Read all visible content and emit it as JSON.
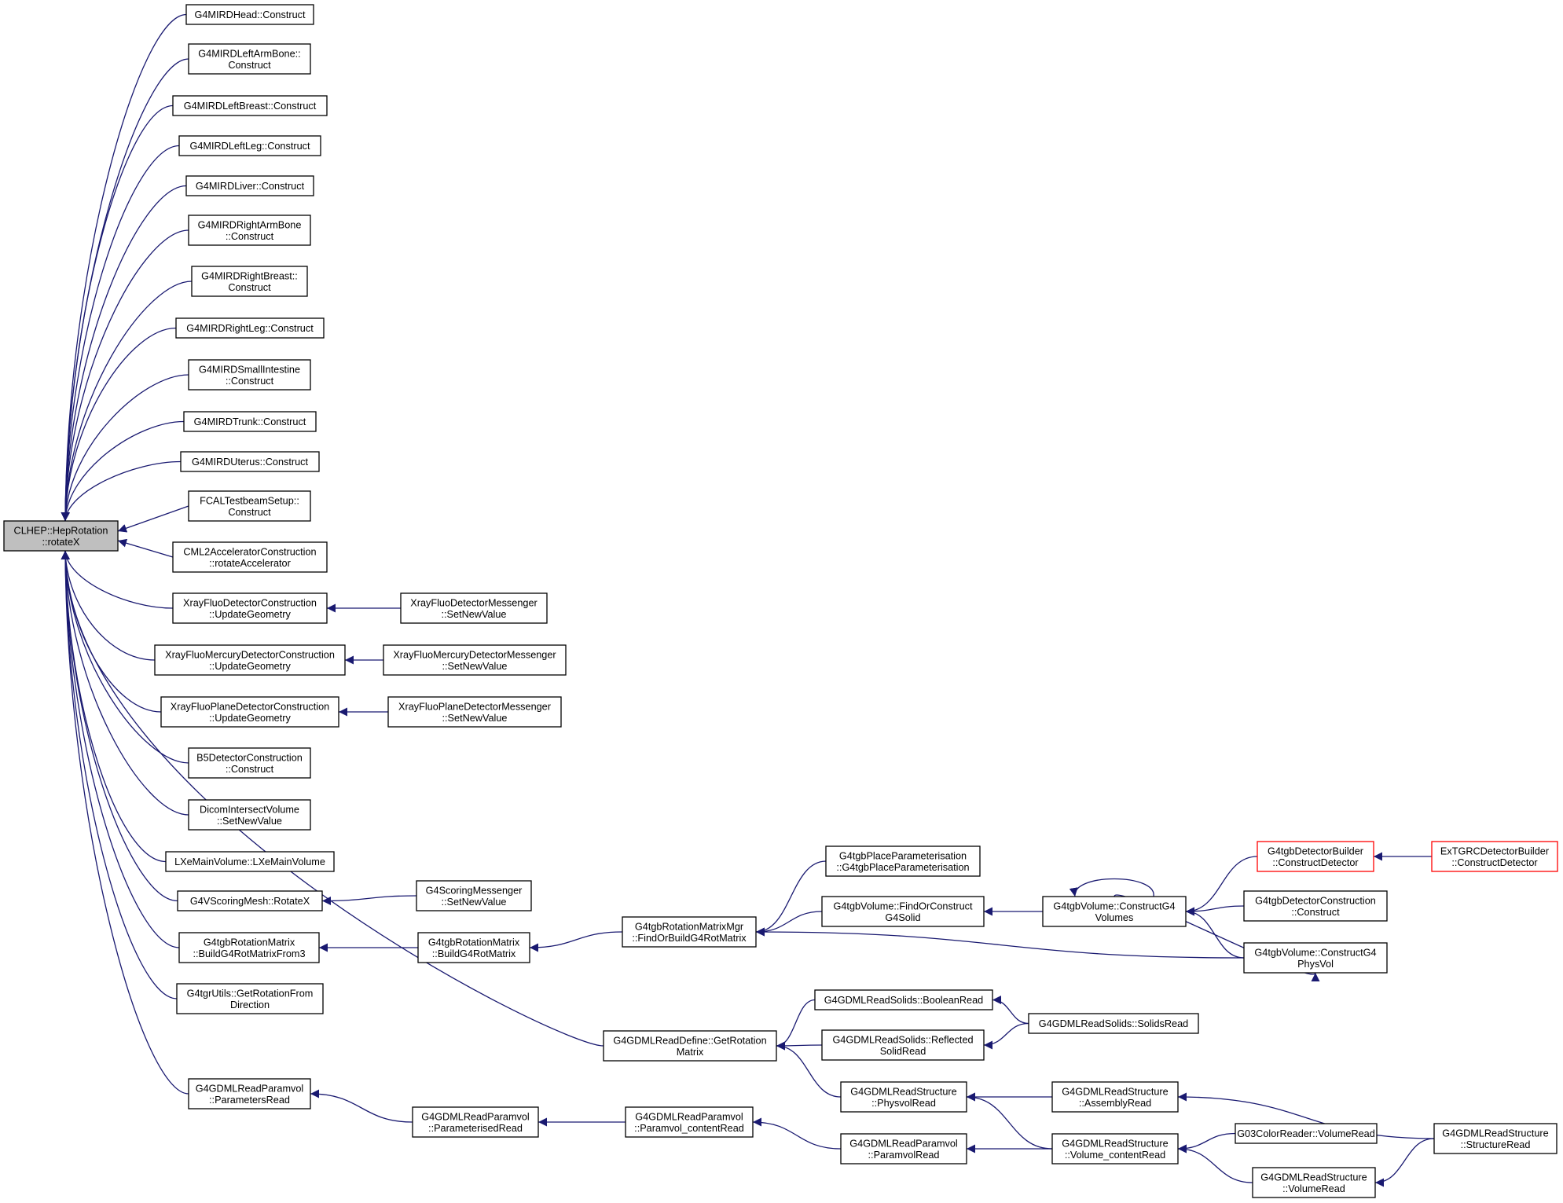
{
  "colors": {
    "edge": "#191970",
    "node_border": "#000000",
    "node_fill": "#ffffff",
    "root_fill": "#bfbfbf",
    "truncated_border": "#ff0000"
  },
  "nodes": [
    {
      "id": "root",
      "lines": [
        "CLHEP::HepRotation",
        "::rotateX"
      ],
      "root": true
    },
    {
      "id": "head",
      "lines": [
        "G4MIRDHead::Construct"
      ]
    },
    {
      "id": "leftArm",
      "lines": [
        "G4MIRDLeftArmBone::",
        "Construct"
      ]
    },
    {
      "id": "leftBreast",
      "lines": [
        "G4MIRDLeftBreast::Construct"
      ]
    },
    {
      "id": "leftLeg",
      "lines": [
        "G4MIRDLeftLeg::Construct"
      ]
    },
    {
      "id": "liver",
      "lines": [
        "G4MIRDLiver::Construct"
      ]
    },
    {
      "id": "rightArm",
      "lines": [
        "G4MIRDRightArmBone",
        "::Construct"
      ]
    },
    {
      "id": "rightBreast",
      "lines": [
        "G4MIRDRightBreast::",
        "Construct"
      ]
    },
    {
      "id": "rightLeg",
      "lines": [
        "G4MIRDRightLeg::Construct"
      ]
    },
    {
      "id": "smallInt",
      "lines": [
        "G4MIRDSmallIntestine",
        "::Construct"
      ]
    },
    {
      "id": "trunk",
      "lines": [
        "G4MIRDTrunk::Construct"
      ]
    },
    {
      "id": "uterus",
      "lines": [
        "G4MIRDUterus::Construct"
      ]
    },
    {
      "id": "fcal",
      "lines": [
        "FCALTestbeamSetup::",
        "Construct"
      ]
    },
    {
      "id": "cml2",
      "lines": [
        "CML2AcceleratorConstruction",
        "::rotateAccelerator"
      ]
    },
    {
      "id": "xrayDet",
      "lines": [
        "XrayFluoDetectorConstruction",
        "::UpdateGeometry"
      ]
    },
    {
      "id": "xrayDetMsg",
      "lines": [
        "XrayFluoDetectorMessenger",
        "::SetNewValue"
      ]
    },
    {
      "id": "xrayMerc",
      "lines": [
        "XrayFluoMercuryDetectorConstruction",
        "::UpdateGeometry"
      ]
    },
    {
      "id": "xrayMercMsg",
      "lines": [
        "XrayFluoMercuryDetectorMessenger",
        "::SetNewValue"
      ]
    },
    {
      "id": "xrayPlane",
      "lines": [
        "XrayFluoPlaneDetectorConstruction",
        "::UpdateGeometry"
      ]
    },
    {
      "id": "xrayPlaneMsg",
      "lines": [
        "XrayFluoPlaneDetectorMessenger",
        "::SetNewValue"
      ]
    },
    {
      "id": "b5",
      "lines": [
        "B5DetectorConstruction",
        "::Construct"
      ]
    },
    {
      "id": "dicom",
      "lines": [
        "DicomIntersectVolume",
        "::SetNewValue"
      ]
    },
    {
      "id": "lxe",
      "lines": [
        "LXeMainVolume::LXeMainVolume"
      ]
    },
    {
      "id": "scoringMesh",
      "lines": [
        "G4VScoringMesh::RotateX"
      ]
    },
    {
      "id": "scoringMsg",
      "lines": [
        "G4ScoringMessenger",
        "::SetNewValue"
      ]
    },
    {
      "id": "tgbRotFrom3",
      "lines": [
        "G4tgbRotationMatrix",
        "::BuildG4RotMatrixFrom3"
      ]
    },
    {
      "id": "tgbRotBuild",
      "lines": [
        "G4tgbRotationMatrix",
        "::BuildG4RotMatrix"
      ]
    },
    {
      "id": "tgbRotMgr",
      "lines": [
        "G4tgbRotationMatrixMgr",
        "::FindOrBuildG4RotMatrix"
      ]
    },
    {
      "id": "tgbPlace",
      "lines": [
        "G4tgbPlaceParameterisation",
        "::G4tgbPlaceParameterisation"
      ]
    },
    {
      "id": "tgbFindSolid",
      "lines": [
        "G4tgbVolume::FindOrConstruct",
        "G4Solid"
      ]
    },
    {
      "id": "tgbConstructVol",
      "lines": [
        "G4tgbVolume::ConstructG4",
        "Volumes"
      ]
    },
    {
      "id": "tgbDetBuilder",
      "lines": [
        "G4tgbDetectorBuilder",
        "::ConstructDetector"
      ],
      "truncated": true
    },
    {
      "id": "exTgrc",
      "lines": [
        "ExTGRCDetectorBuilder",
        "::ConstructDetector"
      ],
      "truncated": true
    },
    {
      "id": "tgbDetConstr",
      "lines": [
        "G4tgbDetectorConstruction",
        "::Construct"
      ]
    },
    {
      "id": "tgbPhysVol",
      "lines": [
        "G4tgbVolume::ConstructG4",
        "PhysVol"
      ]
    },
    {
      "id": "tgrUtils",
      "lines": [
        "G4tgrUtils::GetRotationFrom",
        "Direction"
      ]
    },
    {
      "id": "gdmlDefine",
      "lines": [
        "G4GDMLReadDefine::GetRotation",
        "Matrix"
      ]
    },
    {
      "id": "gdmlBoolean",
      "lines": [
        "G4GDMLReadSolids::BooleanRead"
      ]
    },
    {
      "id": "gdmlReflected",
      "lines": [
        "G4GDMLReadSolids::Reflected",
        "SolidRead"
      ]
    },
    {
      "id": "gdmlSolids",
      "lines": [
        "G4GDMLReadSolids::SolidsRead"
      ]
    },
    {
      "id": "gdmlPhysvol",
      "lines": [
        "G4GDMLReadStructure",
        "::PhysvolRead"
      ]
    },
    {
      "id": "gdmlAssembly",
      "lines": [
        "G4GDMLReadStructure",
        "::AssemblyRead"
      ]
    },
    {
      "id": "gdmlStructure",
      "lines": [
        "G4GDMLReadStructure",
        "::StructureRead"
      ]
    },
    {
      "id": "gdmlParamsRead",
      "lines": [
        "G4GDMLReadParamvol",
        "::ParametersRead"
      ]
    },
    {
      "id": "gdmlParameterised",
      "lines": [
        "G4GDMLReadParamvol",
        "::ParameterisedRead"
      ]
    },
    {
      "id": "gdmlParamContent",
      "lines": [
        "G4GDMLReadParamvol",
        "::Paramvol_contentRead"
      ]
    },
    {
      "id": "gdmlParamvolRead",
      "lines": [
        "G4GDMLReadParamvol",
        "::ParamvolRead"
      ]
    },
    {
      "id": "gdmlVolContent",
      "lines": [
        "G4GDMLReadStructure",
        "::Volume_contentRead"
      ]
    },
    {
      "id": "g03Color",
      "lines": [
        "G03ColorReader::VolumeRead"
      ]
    },
    {
      "id": "gdmlVolumeRead",
      "lines": [
        "G4GDMLReadStructure",
        "::VolumeRead"
      ]
    }
  ],
  "edges": [
    [
      "head",
      "root"
    ],
    [
      "leftArm",
      "root"
    ],
    [
      "leftBreast",
      "root"
    ],
    [
      "leftLeg",
      "root"
    ],
    [
      "liver",
      "root"
    ],
    [
      "rightArm",
      "root"
    ],
    [
      "rightBreast",
      "root"
    ],
    [
      "rightLeg",
      "root"
    ],
    [
      "smallInt",
      "root"
    ],
    [
      "trunk",
      "root"
    ],
    [
      "uterus",
      "root"
    ],
    [
      "fcal",
      "root"
    ],
    [
      "cml2",
      "root"
    ],
    [
      "xrayDet",
      "root"
    ],
    [
      "xrayMerc",
      "root"
    ],
    [
      "xrayPlane",
      "root"
    ],
    [
      "b5",
      "root"
    ],
    [
      "dicom",
      "root"
    ],
    [
      "lxe",
      "root"
    ],
    [
      "scoringMesh",
      "root"
    ],
    [
      "tgbRotFrom3",
      "root"
    ],
    [
      "tgrUtils",
      "root"
    ],
    [
      "gdmlDefine",
      "root"
    ],
    [
      "gdmlParamsRead",
      "root"
    ],
    [
      "xrayDetMsg",
      "xrayDet"
    ],
    [
      "xrayMercMsg",
      "xrayMerc"
    ],
    [
      "xrayPlaneMsg",
      "xrayPlane"
    ],
    [
      "scoringMsg",
      "scoringMesh"
    ],
    [
      "tgbRotBuild",
      "tgbRotFrom3"
    ],
    [
      "tgbRotMgr",
      "tgbRotBuild"
    ],
    [
      "tgbPlace",
      "tgbRotMgr"
    ],
    [
      "tgbFindSolid",
      "tgbRotMgr"
    ],
    [
      "tgbPhysVol",
      "tgbRotMgr"
    ],
    [
      "tgbConstructVol",
      "tgbFindSolid"
    ],
    [
      "tgbConstructVol",
      "tgbConstructVol"
    ],
    [
      "tgbDetBuilder",
      "tgbConstructVol"
    ],
    [
      "tgbDetConstr",
      "tgbConstructVol"
    ],
    [
      "tgbPhysVol",
      "tgbConstructVol"
    ],
    [
      "tgbConstructVol",
      "tgbPhysVol"
    ],
    [
      "exTgrc",
      "tgbDetBuilder"
    ],
    [
      "gdmlBoolean",
      "gdmlDefine"
    ],
    [
      "gdmlReflected",
      "gdmlDefine"
    ],
    [
      "gdmlPhysvol",
      "gdmlDefine"
    ],
    [
      "gdmlSolids",
      "gdmlBoolean"
    ],
    [
      "gdmlSolids",
      "gdmlReflected"
    ],
    [
      "gdmlAssembly",
      "gdmlPhysvol"
    ],
    [
      "gdmlVolContent",
      "gdmlPhysvol"
    ],
    [
      "gdmlStructure",
      "gdmlAssembly"
    ],
    [
      "gdmlParameterised",
      "gdmlParamsRead"
    ],
    [
      "gdmlParamContent",
      "gdmlParameterised"
    ],
    [
      "gdmlParamvolRead",
      "gdmlParamContent"
    ],
    [
      "gdmlVolContent",
      "gdmlParamvolRead"
    ],
    [
      "g03Color",
      "gdmlVolContent"
    ],
    [
      "gdmlVolumeRead",
      "gdmlVolContent"
    ],
    [
      "gdmlStructure",
      "gdmlVolumeRead"
    ]
  ]
}
